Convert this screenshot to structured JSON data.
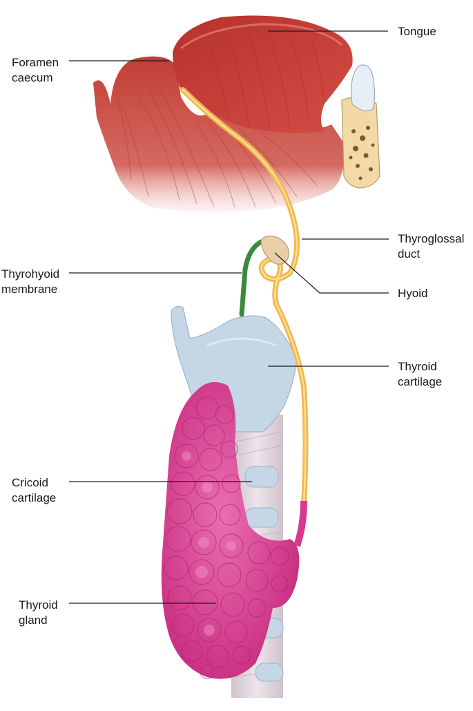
{
  "labels": {
    "tongue": [
      "Tongue"
    ],
    "foramen_caecum": [
      "Foramen",
      "caecum"
    ],
    "thyroglossal_duct": [
      "Thyroglossal",
      "duct"
    ],
    "thyrohyoid_membrane": [
      "Thyrohyoid",
      "membrane"
    ],
    "hyoid": [
      "Hyoid"
    ],
    "thyroid_cartilage": [
      "Thyroid",
      "cartilage"
    ],
    "cricoid_cartilage": [
      "Cricoid",
      "cartilage"
    ],
    "thyroid_gland": [
      "Thyroid",
      "gland"
    ]
  },
  "colors": {
    "tongue_muscle": "#c9463f",
    "tongue_dark": "#a8322d",
    "duct": "#f2b84b",
    "membrane": "#3a8a3a",
    "hyoid": "#e9cfa8",
    "cartilage": "#c5d6e6",
    "trachea": "#dcd0da",
    "gland": "#d8398e",
    "gland_light": "#ec77b6",
    "bone": "#f2d9a6",
    "tooth": "#e8eef5"
  }
}
